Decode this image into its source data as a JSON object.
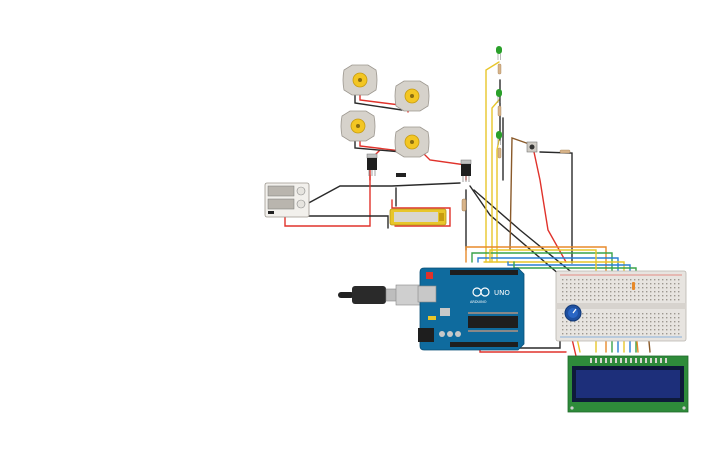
{
  "circuit": {
    "arduino": {
      "logo_text": "UNO",
      "brand_text": "ARDUINO"
    },
    "lcd": {
      "rows": 2,
      "cols": 16
    },
    "motors": {
      "count": 4,
      "body_color": "#d6d2cb",
      "hub_color": "#f3c623"
    },
    "leds": {
      "count": 3,
      "color": "#2aa02a"
    },
    "colors": {
      "board_blue": "#0f6b9e",
      "breadboard": "#e7e4e0",
      "lcd_screen": "#1d2f7a",
      "lcd_pcb": "#2e8b3a",
      "wire_red": "#e0322b",
      "wire_black": "#2a2a2a",
      "wire_yellow": "#e8c62a",
      "wire_green": "#3aa34a",
      "wire_blue": "#2a7fd4",
      "wire_orange": "#e88a2a",
      "wire_brown": "#8a5a2a",
      "battery": "#e8c62a"
    }
  }
}
